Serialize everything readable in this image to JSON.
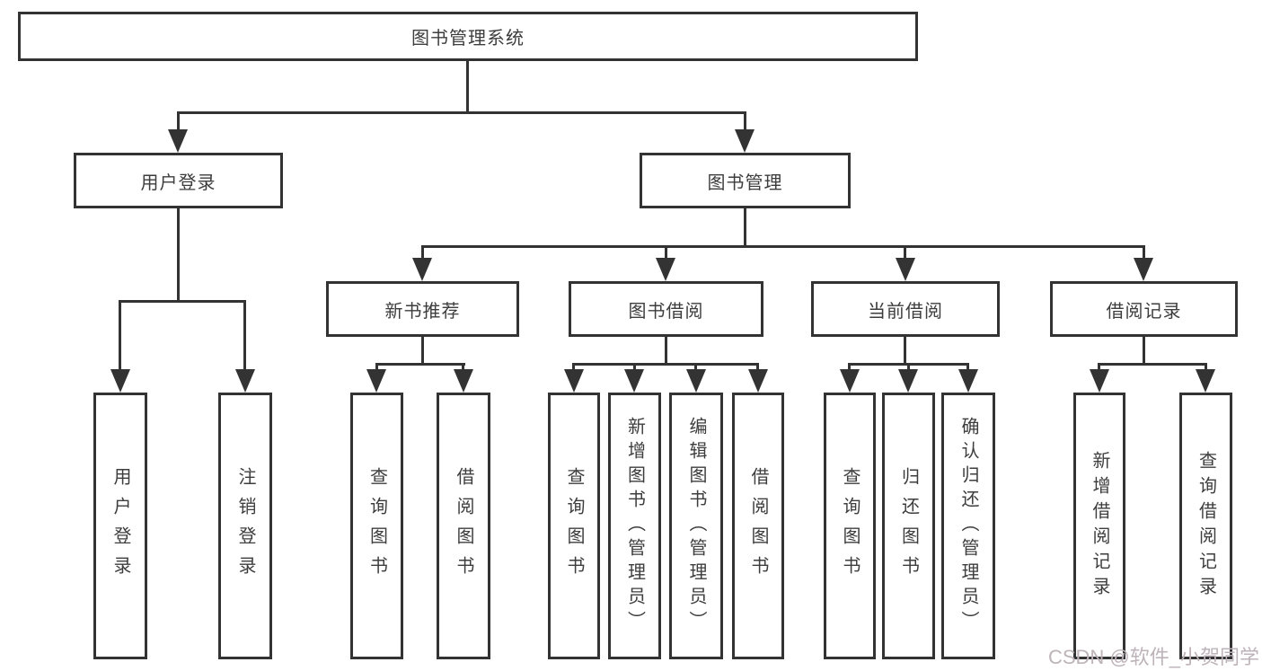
{
  "diagram_title": "图书管理系统",
  "tree": {
    "root": {
      "label": "图书管理系统"
    },
    "branches": [
      {
        "label": "用户登录",
        "children": [
          {
            "label": "用户登录"
          },
          {
            "label": "注销登录"
          }
        ]
      },
      {
        "label": "图书管理",
        "children": [
          {
            "label": "新书推荐",
            "children": [
              {
                "label": "查询图书"
              },
              {
                "label": "借阅图书"
              }
            ]
          },
          {
            "label": "图书借阅",
            "children": [
              {
                "label": "查询图书"
              },
              {
                "label": "新增图书（管理员）"
              },
              {
                "label": "编辑图书（管理员）"
              },
              {
                "label": "借阅图书"
              }
            ]
          },
          {
            "label": "当前借阅",
            "children": [
              {
                "label": "查询图书"
              },
              {
                "label": "归还图书"
              },
              {
                "label": "确认归还（管理员）"
              }
            ]
          },
          {
            "label": "借阅记录",
            "children": [
              {
                "label": "新增借阅记录"
              },
              {
                "label": "查询借阅记录"
              }
            ]
          }
        ]
      }
    ]
  },
  "watermark": "CSDN @软件_小贺同学",
  "colors": {
    "line": "#333333",
    "text": "#3d3d3d",
    "background": "#ffffff",
    "watermark": "#bdb3b9"
  }
}
